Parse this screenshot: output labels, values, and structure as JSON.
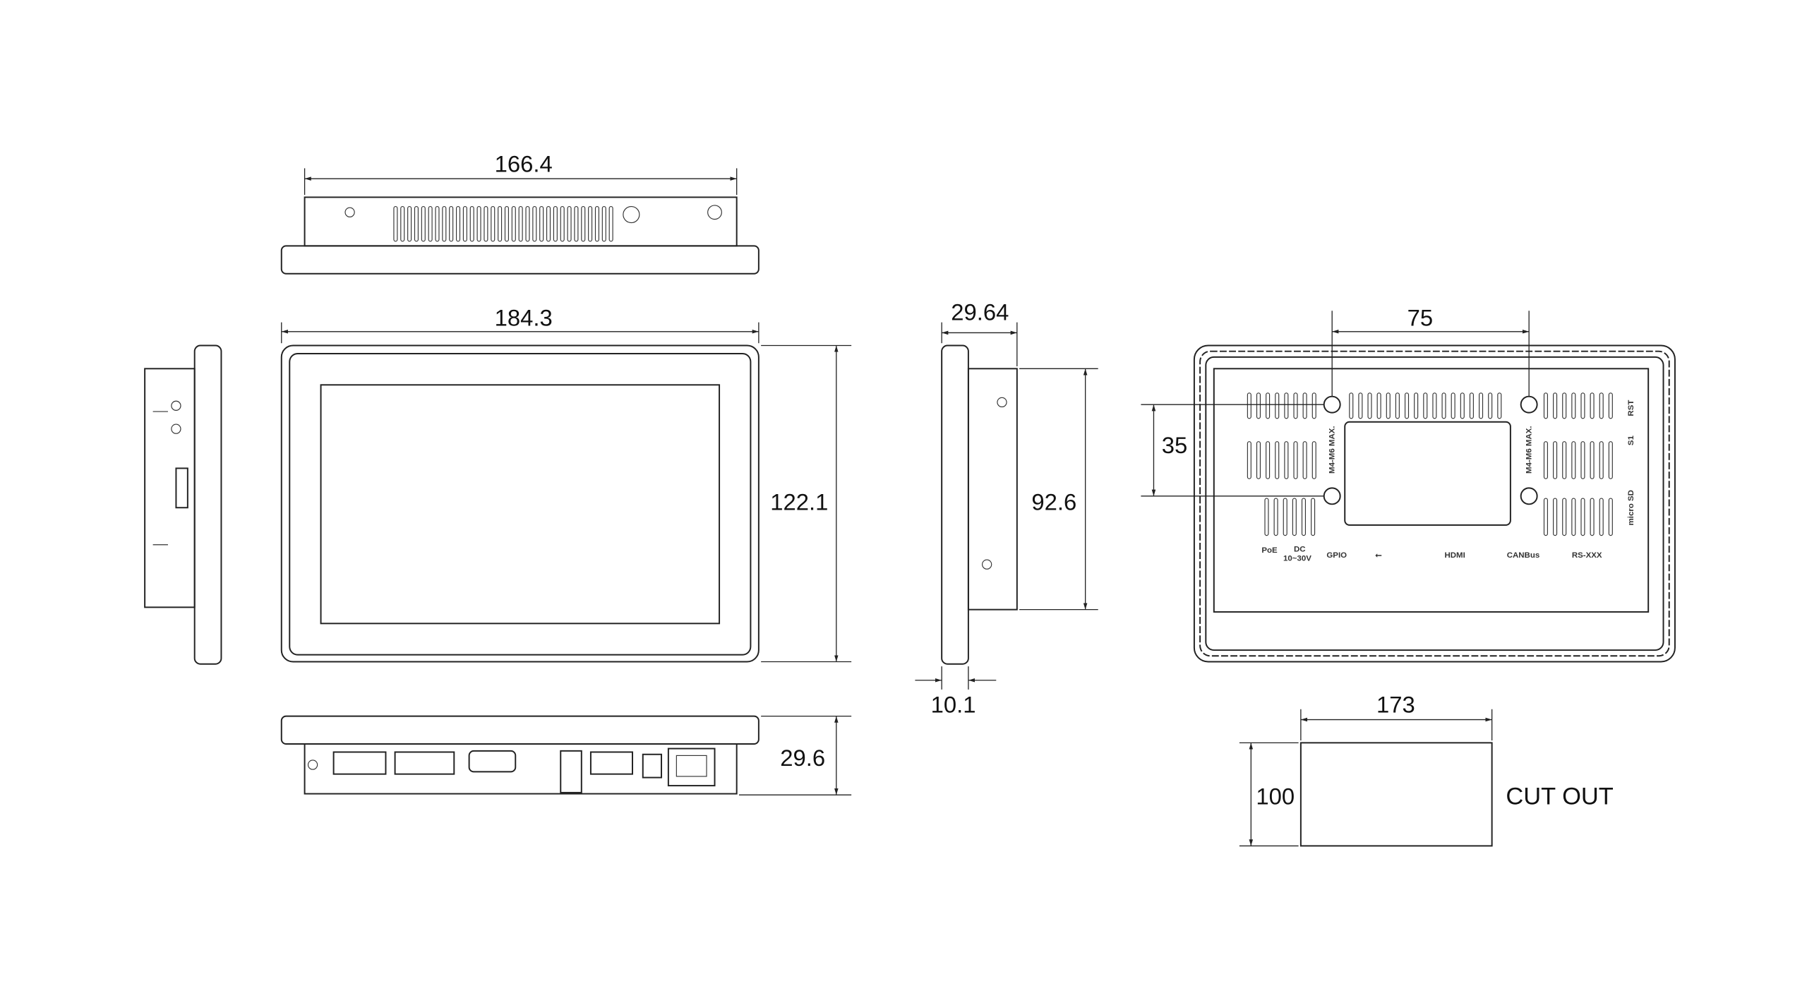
{
  "dimensions": {
    "top_width": "166.4",
    "front_width": "184.3",
    "front_height": "122.1",
    "side_depth": "29.64",
    "side_height": "92.6",
    "bezel_thickness": "10.1",
    "bottom_depth": "29.6",
    "vesa_horizontal": "75",
    "vesa_vertical": "35",
    "cutout_width": "173",
    "cutout_height": "100"
  },
  "cutout_label": "CUT OUT",
  "rear_labels": {
    "mount_left": "M4-M6 MAX.",
    "mount_right": "M4-M6 MAX.",
    "poe": "PoE",
    "dc": "DC",
    "dc_range": "10~30V",
    "gpio": "GPIO",
    "hdmi": "HDMI",
    "canbus": "CANBus",
    "rs": "RS-XXX",
    "rst": "RST",
    "s1": "S1",
    "microsd": "micro SD"
  }
}
